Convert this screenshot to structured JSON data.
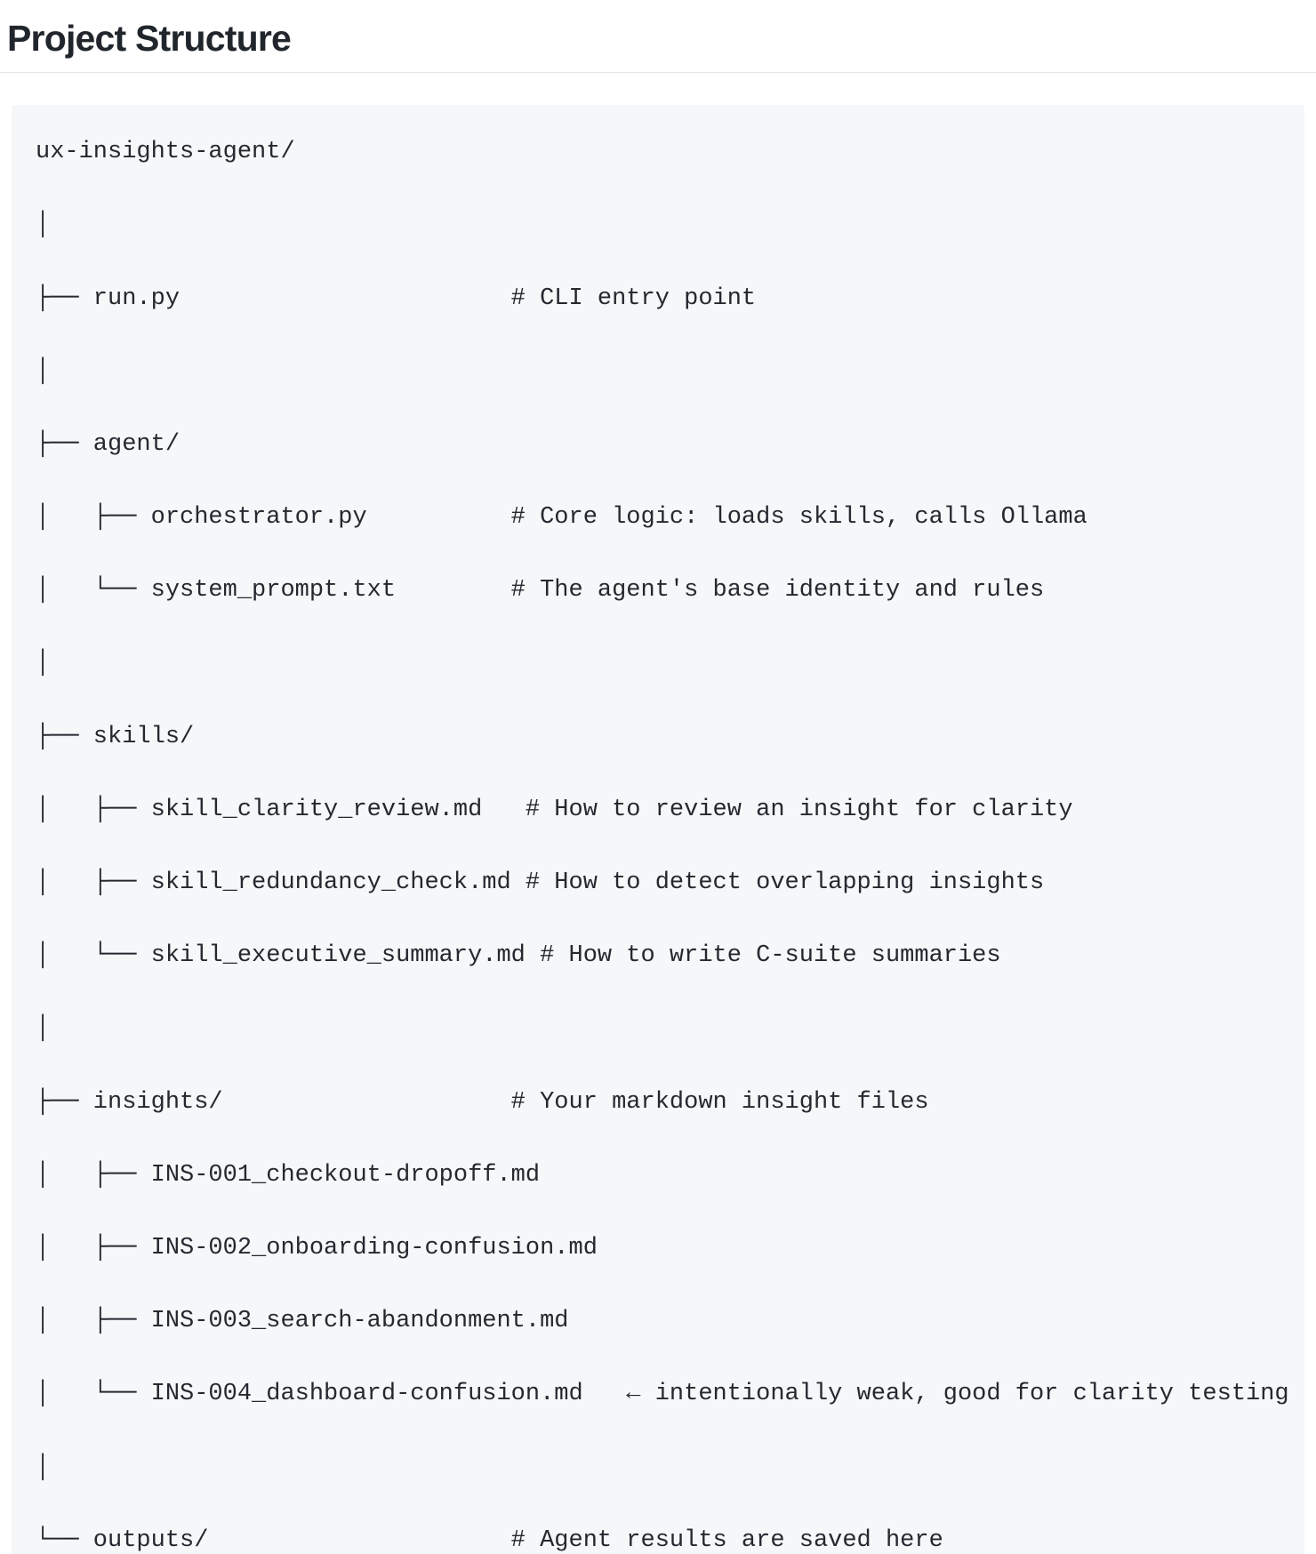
{
  "heading": {
    "title": "Project Structure"
  },
  "colors": {
    "page_background": "#ffffff",
    "code_background": "#f6f7f9",
    "text": "#24292f",
    "heading_text": "#21262c",
    "rule": "#e2e6ea"
  },
  "code_block": {
    "language": "text",
    "root": "ux-insights-agent/",
    "tree_glyphs": {
      "branch": "├──",
      "last_branch": "└──",
      "vertical": "│",
      "arrow_left": "←"
    },
    "entries": [
      {
        "name": "ux-insights-agent/",
        "type": "root-directory",
        "comment": ""
      },
      {
        "name": "run.py",
        "type": "file",
        "comment": "# CLI entry point"
      },
      {
        "name": "agent/",
        "type": "directory",
        "comment": ""
      },
      {
        "name": "orchestrator.py",
        "type": "file",
        "comment": "# Core logic: loads skills, calls Ollama"
      },
      {
        "name": "system_prompt.txt",
        "type": "file",
        "comment": "# The agent's base identity and rules"
      },
      {
        "name": "skills/",
        "type": "directory",
        "comment": ""
      },
      {
        "name": "skill_clarity_review.md",
        "type": "file",
        "comment": "# How to review an insight for clarity"
      },
      {
        "name": "skill_redundancy_check.md",
        "type": "file",
        "comment": "# How to detect overlapping insights"
      },
      {
        "name": "skill_executive_summary.md",
        "type": "file",
        "comment": "# How to write C-suite summaries"
      },
      {
        "name": "insights/",
        "type": "directory",
        "comment": "# Your markdown insight files"
      },
      {
        "name": "INS-001_checkout-dropoff.md",
        "type": "file",
        "comment": ""
      },
      {
        "name": "INS-002_onboarding-confusion.md",
        "type": "file",
        "comment": ""
      },
      {
        "name": "INS-003_search-abandonment.md",
        "type": "file",
        "comment": ""
      },
      {
        "name": "INS-004_dashboard-confusion.md",
        "type": "file",
        "comment": "← intentionally weak, good for clarity testing"
      },
      {
        "name": "outputs/",
        "type": "directory",
        "comment": "# Agent results are saved here"
      }
    ],
    "lines": [
      "ux-insights-agent/",
      "│",
      "├── run.py                       # CLI entry point",
      "│",
      "├── agent/",
      "│   ├── orchestrator.py          # Core logic: loads skills, calls Ollama",
      "│   └── system_prompt.txt        # The agent's base identity and rules",
      "│",
      "├── skills/",
      "│   ├── skill_clarity_review.md   # How to review an insight for clarity",
      "│   ├── skill_redundancy_check.md # How to detect overlapping insights",
      "│   └── skill_executive_summary.md # How to write C-suite summaries",
      "│",
      "├── insights/                    # Your markdown insight files",
      "│   ├── INS-001_checkout-dropoff.md",
      "│   ├── INS-002_onboarding-confusion.md",
      "│   ├── INS-003_search-abandonment.md",
      "│   └── INS-004_dashboard-confusion.md   ← intentionally weak, good for clarity testing",
      "│",
      "└── outputs/                     # Agent results are saved here"
    ]
  }
}
